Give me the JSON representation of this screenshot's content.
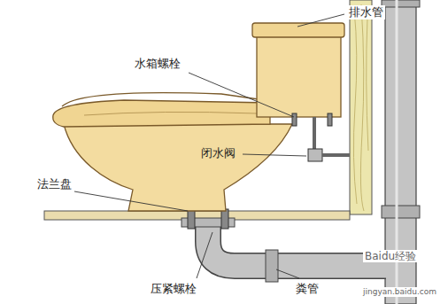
{
  "diagram": {
    "labels": [
      "排水管",
      "水箱螺栓",
      "闭水阀",
      "法兰盘",
      "压紧螺栓",
      "粪管",
      "Baidu经验",
      "jingyan.baidu.com"
    ]
  }
}
